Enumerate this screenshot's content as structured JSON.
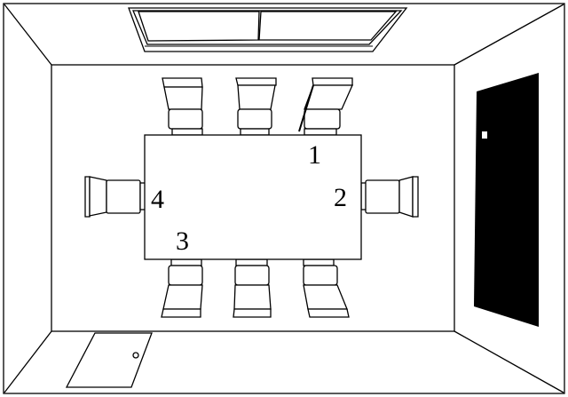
{
  "diagram": {
    "labels": {
      "p1": "1",
      "p2": "2",
      "p3": "3",
      "p4": "4"
    },
    "colors": {
      "line": "#000000",
      "background": "#ffffff",
      "door": "#000000"
    }
  }
}
